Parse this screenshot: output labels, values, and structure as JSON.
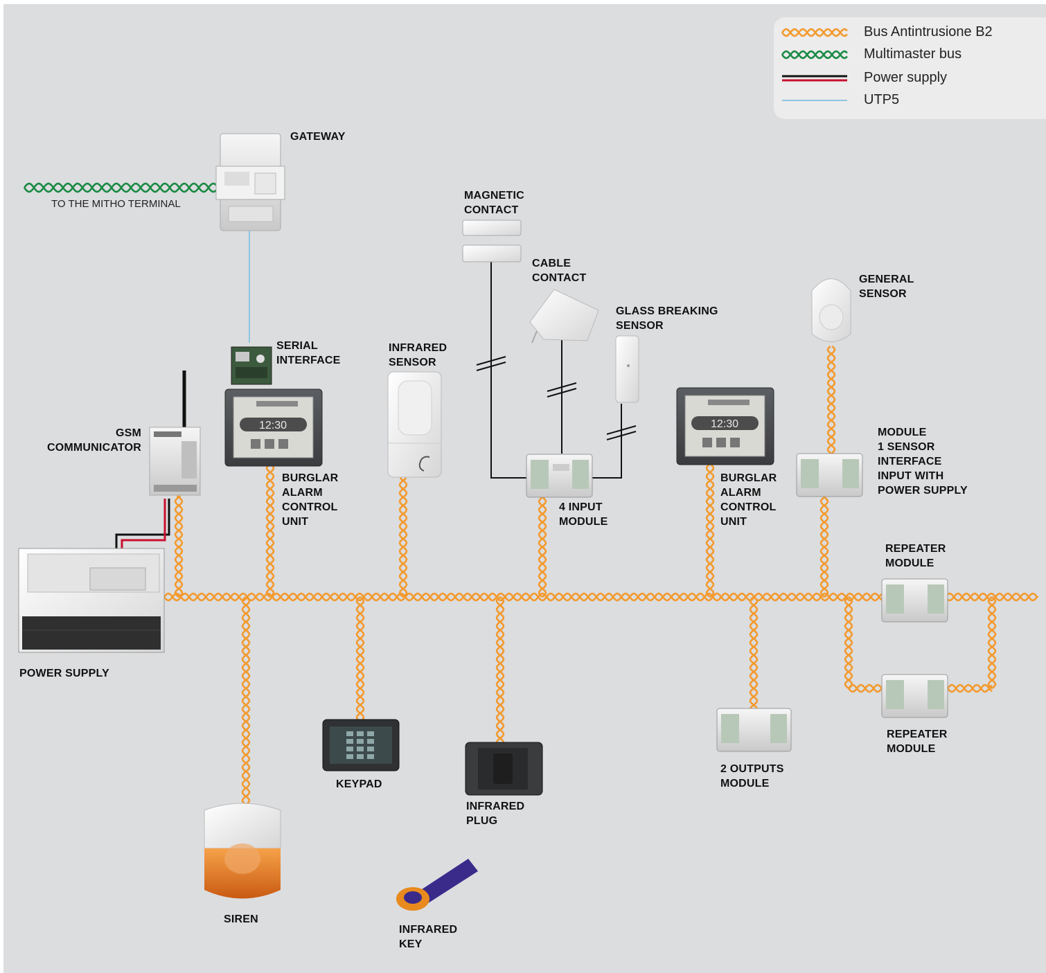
{
  "legend": {
    "items": [
      {
        "label": "Bus Antintrusione B2",
        "color": "#f39a2e",
        "style": "twisted"
      },
      {
        "label": "Multimaster bus",
        "color": "#1a8a44",
        "style": "twisted"
      },
      {
        "label": "Power supply",
        "color": "#c8102e",
        "color2": "#111111",
        "style": "double"
      },
      {
        "label": "UTP5",
        "color": "#8cc5e0",
        "style": "line"
      }
    ]
  },
  "colors": {
    "bus": "#f39a2e",
    "multimaster": "#1a8a44",
    "power_red": "#c8102e",
    "power_black": "#111111",
    "utp5": "#8cc5e0",
    "background": "#dcdddf"
  },
  "devices": {
    "gateway": "GATEWAY",
    "mitho_terminal": "TO THE MITHO TERMINAL",
    "magnetic_contact": "MAGNETIC\nCONTACT",
    "cable_contact": "CABLE\nCONTACT",
    "glass_breaking_sensor": "GLASS BREAKING\nSENSOR",
    "general_sensor": "GENERAL\nSENSOR",
    "serial_interface": "SERIAL\nINTERFACE",
    "infrared_sensor": "INFRARED\nSENSOR",
    "gsm_communicator": "GSM\nCOMMUNICATOR",
    "control_unit_1": "BURGLAR\nALARM\nCONTROL\nUNIT",
    "four_input_module": "4 INPUT\nMODULE",
    "control_unit_2": "BURGLAR\nALARM\nCONTROL\nUNIT",
    "sensor_interface_module": "MODULE\n1 SENSOR\nINTERFACE\nINPUT WITH\nPOWER SUPPLY",
    "repeater_module_1": "REPEATER\nMODULE",
    "power_supply": "POWER SUPPLY",
    "keypad": "KEYPAD",
    "infrared_plug": "INFRARED\nPLUG",
    "two_outputs_module": "2 OUTPUTS\nMODULE",
    "repeater_module_2": "REPEATER\nMODULE",
    "siren": "SIREN",
    "infrared_key": "INFRARED\nKEY"
  },
  "screen_time": "12:30"
}
